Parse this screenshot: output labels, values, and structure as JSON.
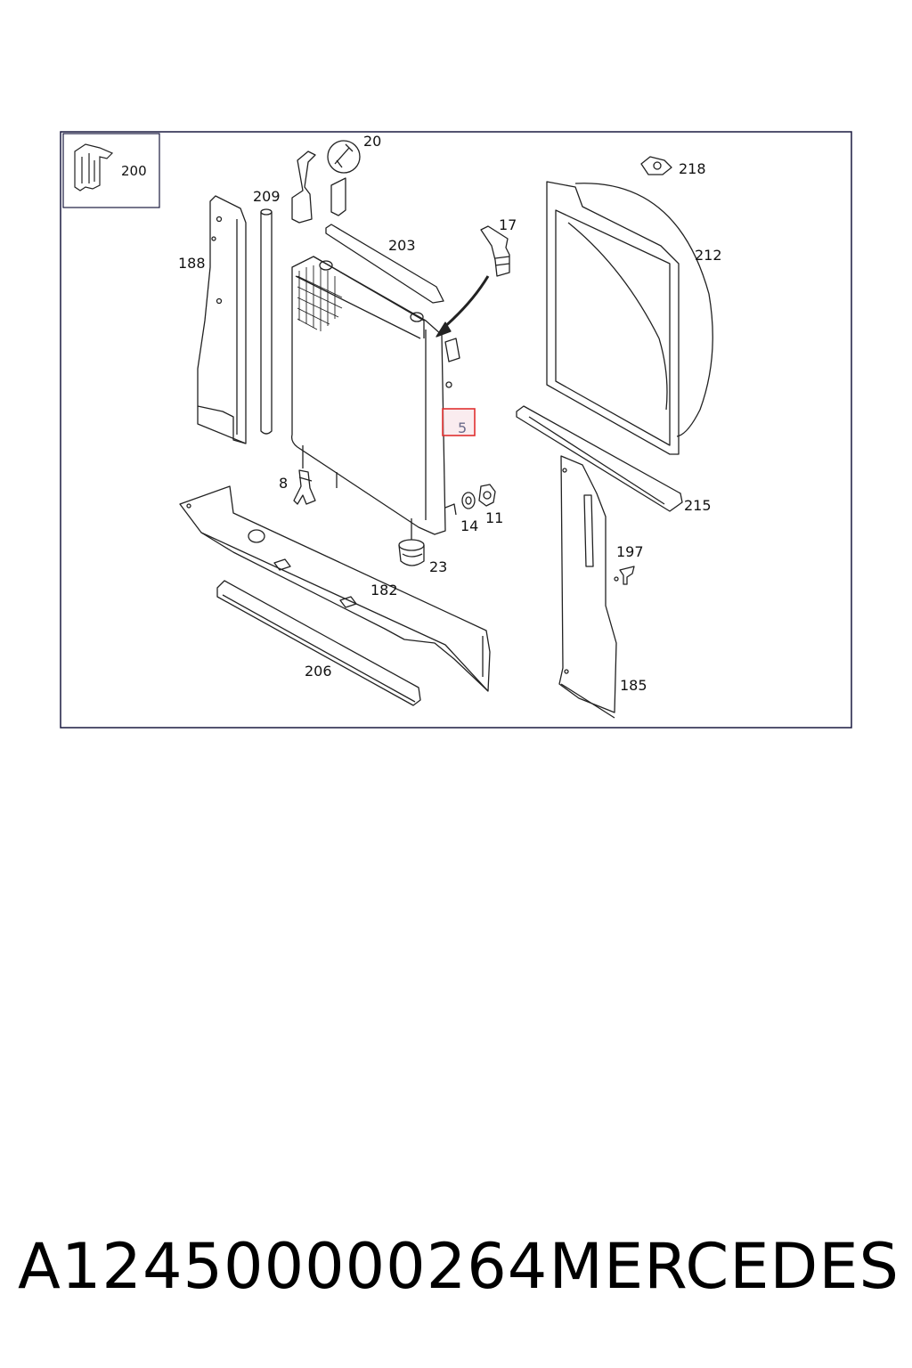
{
  "inset_label": "200",
  "highlight_label": "5",
  "callouts": {
    "c20": "20",
    "c209": "209",
    "c188": "188",
    "c203": "203",
    "c17": "17",
    "c218": "218",
    "c212": "212",
    "c8": "8",
    "c14": "14",
    "c11": "11",
    "c23": "23",
    "c182": "182",
    "c215": "215",
    "c197": "197",
    "c206": "206",
    "c185": "185"
  },
  "footer": {
    "part_number": "A124500000264",
    "brand": "MERCEDES"
  },
  "colors": {
    "frame": "#1a1a40",
    "line": "#222222",
    "highlight": "#e03030",
    "highlight_fill": "#f7e0e4"
  }
}
